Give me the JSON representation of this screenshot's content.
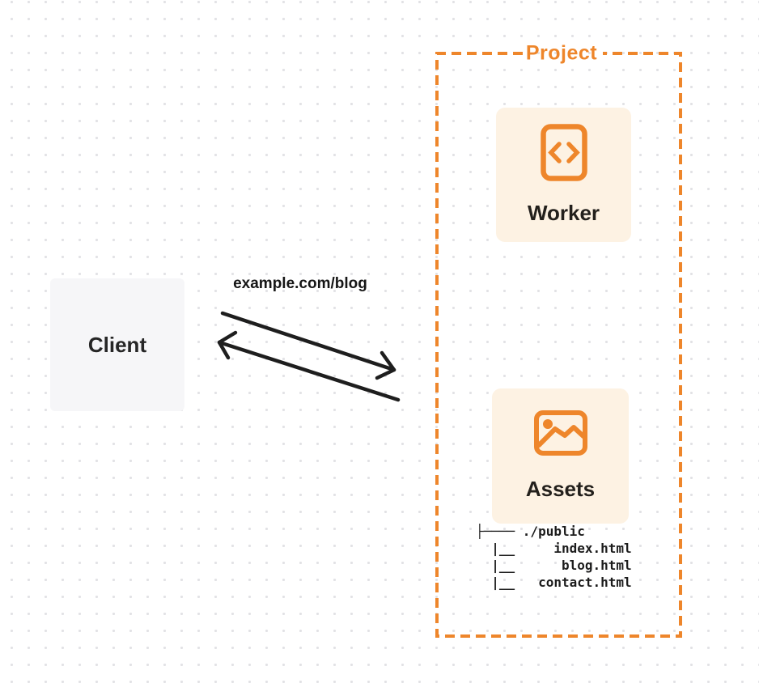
{
  "diagram": {
    "title": "Project request-routing diagram",
    "client": {
      "label": "Client"
    },
    "request_label": "example.com/blog",
    "project": {
      "label": "Project",
      "worker": {
        "label": "Worker",
        "icon": "code-file-icon"
      },
      "assets": {
        "label": "Assets",
        "icon": "image-icon",
        "file_tree": "├──── ./public\n  |__     index.html\n  |__      blog.html\n  |__   contact.html"
      }
    },
    "colors": {
      "accent_orange": "#ee862b",
      "card_cream": "#fdf2e3",
      "client_gray": "#f6f6f8",
      "ink": "#1f1f1f",
      "dot_grid": "#e2e2e5"
    }
  }
}
